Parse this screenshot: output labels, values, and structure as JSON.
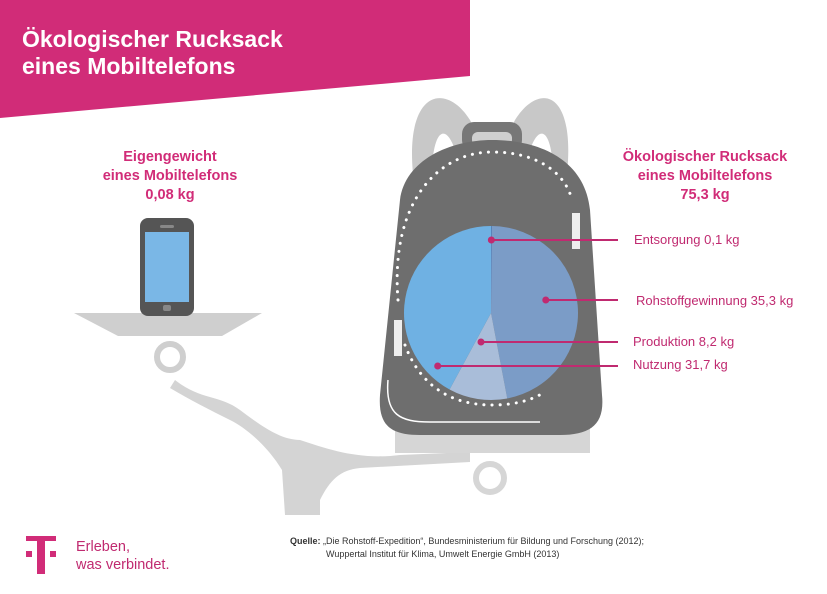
{
  "header": {
    "title_line1": "Ökologischer Rucksack",
    "title_line2": "eines Mobiltelefons"
  },
  "left_label": {
    "line1": "Eigengewicht",
    "line2": "eines Mobiltelefons",
    "value": "0,08 kg"
  },
  "right_label": {
    "line1": "Ökologischer Rucksack",
    "line2": "eines Mobiltelefons",
    "value": "75,3 kg"
  },
  "colors": {
    "brand": "#d12c78",
    "backpack": "#6e6e6e",
    "straps": "#c8c8c8"
  },
  "chart_data": {
    "type": "pie",
    "title": "Ökologischer Rucksack eines Mobiltelefons 75,3 kg",
    "unit": "kg",
    "slices": [
      {
        "name": "Entsorgung",
        "value": 0.1,
        "label": "Entsorgung 0,1 kg",
        "color": "#4a78b0"
      },
      {
        "name": "Rohstoffgewinnung",
        "value": 35.3,
        "label": "Rohstoffgewinnung 35,3 kg",
        "color": "#7b9cc7"
      },
      {
        "name": "Produktion",
        "value": 8.2,
        "label": "Produktion 8,2 kg",
        "color": "#a9bdd9"
      },
      {
        "name": "Nutzung",
        "value": 31.7,
        "label": "Nutzung 31,7 kg",
        "color": "#6fb1e3"
      }
    ],
    "start": "top",
    "direction": "clockwise"
  },
  "footer": {
    "slogan_line1": "Erleben,",
    "slogan_line2": "was verbindet.",
    "source_label": "Quelle:",
    "source_line1": "„Die Rohstoff-Expedition“, Bundesministerium für Bildung und Forschung (2012);",
    "source_line2": "Wuppertal Institut für Klima, Umwelt Energie GmbH (2013)",
    "logo_text": "T"
  }
}
